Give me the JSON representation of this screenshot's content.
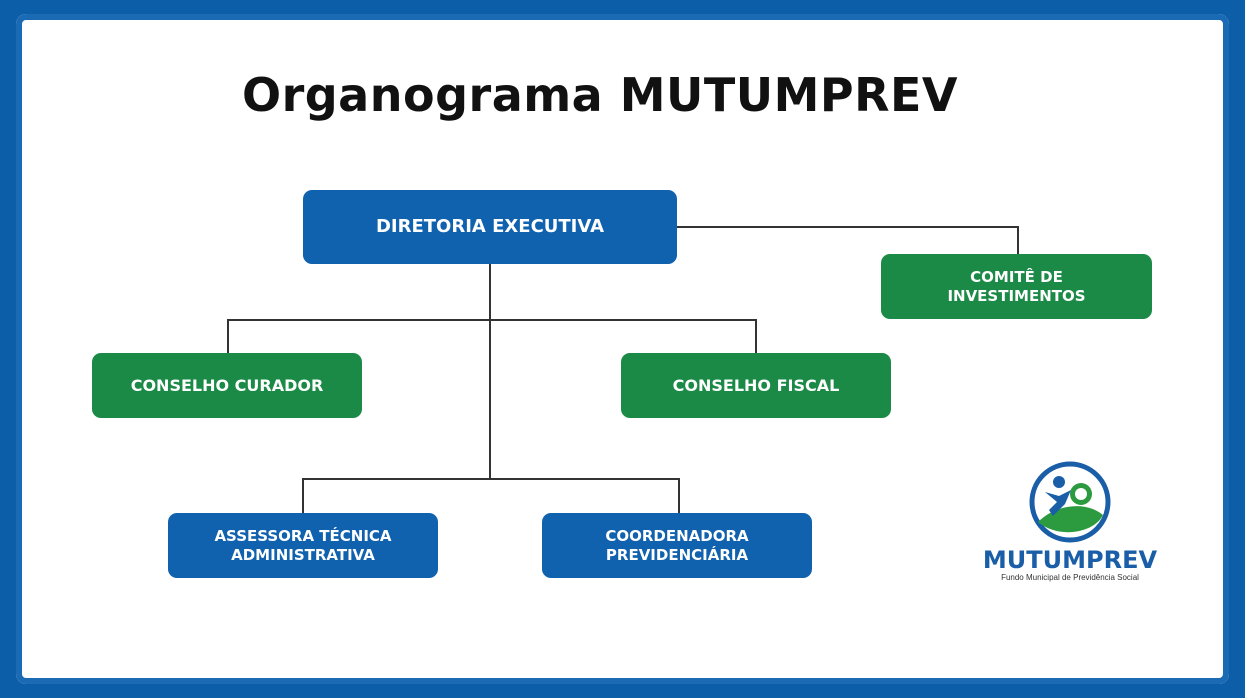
{
  "title": "Organograma MUTUMPREV",
  "nodes": {
    "diretoria": "DIRETORIA EXECUTIVA",
    "comite": "COMITÊ DE\nINVESTIMENTOS",
    "conselho_curador": "CONSELHO CURADOR",
    "conselho_fiscal": "CONSELHO FISCAL",
    "assessora": "ASSESSORA TÉCNICA\nADMINISTRATIVA",
    "coordenadora": "COORDENADORA\nPREVIDENCIÁRIA"
  },
  "logo": {
    "name": "MUTUMPREV",
    "subtitle": "Fundo Municipal de Previdência Social"
  },
  "colors": {
    "frame": "#0d5ea8",
    "blue_box": "#1061ae",
    "green_box": "#1b8a46",
    "connector": "#333333"
  }
}
